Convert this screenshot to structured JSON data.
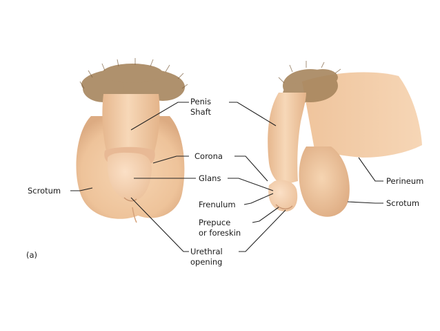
{
  "figure_tag": "(a)",
  "labels": {
    "penis_shaft": [
      "Penis",
      "Shaft"
    ],
    "corona": "Corona",
    "glans": "Glans",
    "frenulum": "Frenulum",
    "prepuce": [
      "Prepuce",
      "or foreskin"
    ],
    "urethral_opening": [
      "Urethral",
      "opening"
    ],
    "scrotum_left": "Scrotum",
    "scrotum_right": "Scrotum",
    "perineum": "Perineum"
  },
  "colors": {
    "skin": "#f2caa2",
    "skin_shadow": "#dcab82",
    "skin_highlight": "#f8dcbe",
    "hair": "#9a7a55",
    "leader_line": "#222222"
  }
}
